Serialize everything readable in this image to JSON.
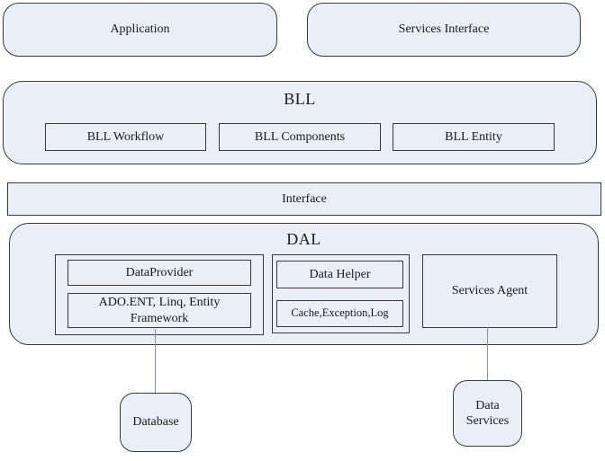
{
  "colors": {
    "box_fill": "#e9eef7",
    "border": "#3a3a3a",
    "connector": "#7a94b8",
    "background": "#ffffff",
    "text": "#1a1a1a"
  },
  "top_row": {
    "application": "Application",
    "services_interface": "Services Interface"
  },
  "bll": {
    "title": "BLL",
    "items": [
      {
        "label": "BLL Workflow"
      },
      {
        "label": "BLL Components"
      },
      {
        "label": "BLL Entity"
      }
    ]
  },
  "interface_bar": {
    "label": "Interface"
  },
  "dal": {
    "title": "DAL",
    "data_group": {
      "provider": "DataProvider",
      "framework": "ADO.ENT, Linq, Entity Framework"
    },
    "helper_group": {
      "helper": "Data Helper",
      "cache": "Cache,Exception,Log"
    },
    "services_agent": "Services Agent"
  },
  "external": {
    "database": "Database",
    "data_services": "Data Services"
  }
}
